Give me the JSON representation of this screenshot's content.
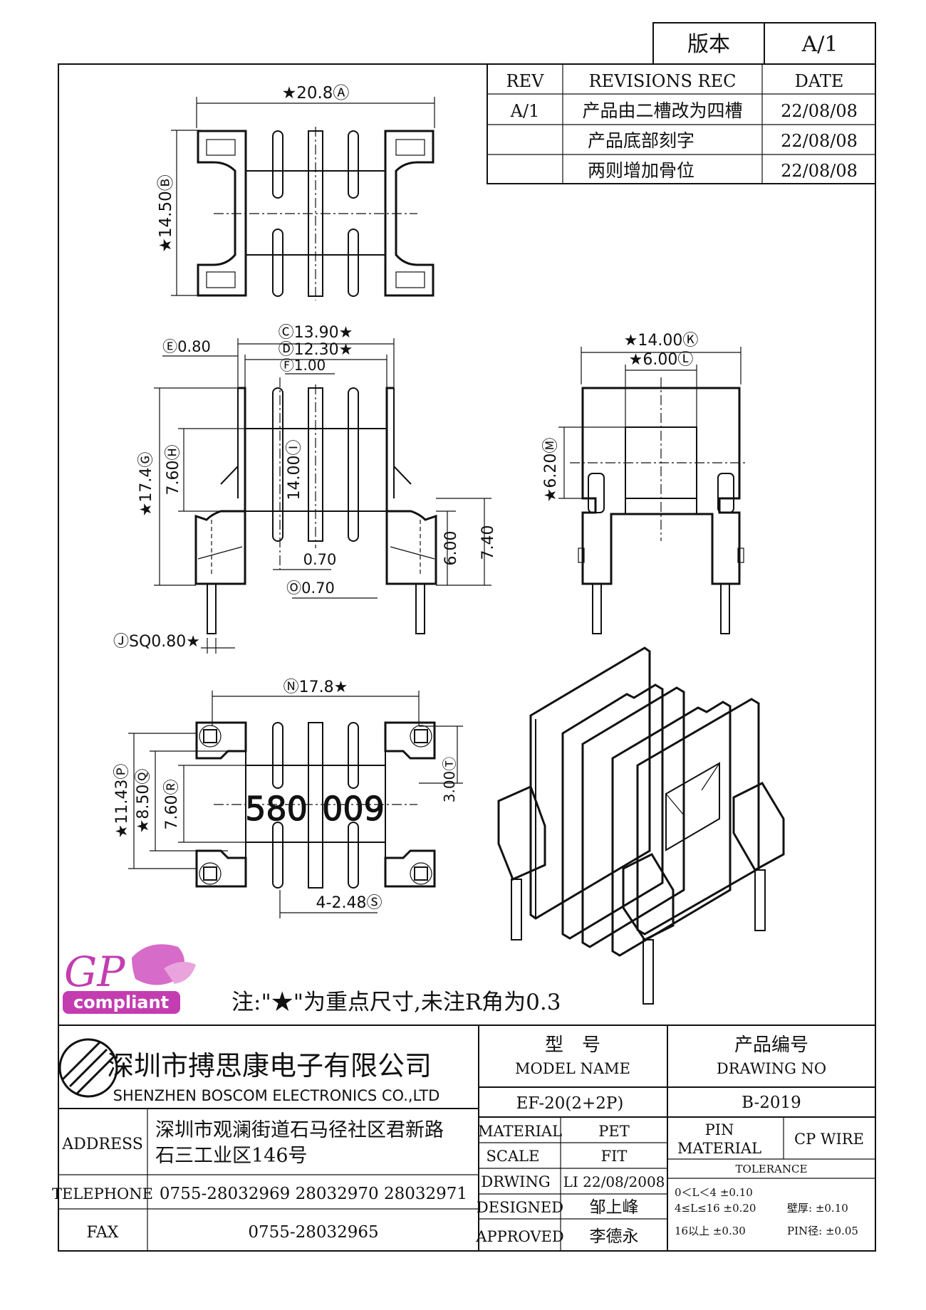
{
  "version_box": {
    "label": "版本",
    "value": "A/1"
  },
  "revision_table": {
    "headers": [
      "REV",
      "REVISIONS REC",
      "DATE"
    ],
    "rows": [
      {
        "rev": "A/1",
        "rec": "产品由二槽改为四槽",
        "date": "22/08/08"
      },
      {
        "rev": "",
        "rec": "产品底部刻字",
        "date": "22/08/08"
      },
      {
        "rev": "",
        "rec": "两则增加骨位",
        "date": "22/08/08"
      }
    ]
  },
  "dimensions": {
    "A": "★20.8Ⓐ",
    "B": "★14.50Ⓑ",
    "C": "Ⓒ13.90★",
    "D": "Ⓓ12.30★",
    "E": "Ⓔ0.80",
    "F": "Ⓕ1.00",
    "G": "★17.4Ⓖ",
    "H": "7.60Ⓗ",
    "I": "14.00Ⓘ",
    "J": "ⒿSQ0.80★",
    "O": "Ⓞ0.70",
    "d070": "0.70",
    "d600": "6.00",
    "d740": "7.40",
    "K": "★14.00Ⓚ",
    "L": "★6.00Ⓛ",
    "M": "★6.20Ⓜ",
    "N": "Ⓝ17.8★",
    "P": "★11.43Ⓟ",
    "Q": "★8.50Ⓠ",
    "R": "7.60Ⓡ",
    "T": "3.00Ⓣ",
    "S": "4-2.48Ⓢ"
  },
  "bottom_marking": {
    "left": "580",
    "right": "009"
  },
  "logo": {
    "gp": "GP",
    "compliant": "compliant"
  },
  "note": "注:\"★\"为重点尺寸,未注R角为0.3",
  "company": {
    "name_cn": "深圳市搏思康电子有限公司",
    "name_en": "SHENZHEN BOSCOM ELECTRONICS CO.,LTD"
  },
  "title_block": {
    "model_name_cn": "型　号",
    "model_name_en": "MODEL NAME",
    "model_value": "EF-20(2+2P)",
    "drawing_no_cn": "产品编号",
    "drawing_no_en": "DRAWING NO",
    "drawing_no_value": "B-2019",
    "address_label": "ADDRESS",
    "address_line1": "深圳市观澜街道石马径社区君新路",
    "address_line2": "石三工业区146号",
    "telephone_label": "TELEPHONE",
    "telephone_value": "0755-28032969 28032970 28032971",
    "fax_label": "FAX",
    "fax_value": "0755-28032965",
    "material_label": "MATERIAL",
    "material_value": "PET",
    "scale_label": "SCALE",
    "scale_value": "FIT",
    "drawing_label": "DRWING",
    "drawing_value": "LI 22/08/2008",
    "designed_label": "DESIGNED",
    "designed_value": "邹上峰",
    "approved_label": "APPROVED",
    "approved_value": "李德永",
    "pin_material_line1": "PIN",
    "pin_material_line2": "MATERIAL",
    "pin_material_value": "CP WIRE",
    "tolerance_label": "TOLERANCE",
    "tol_1": "0＜L＜4  ±0.10",
    "tol_2": "4≤L≤16 ±0.20",
    "tol_3": "16以上   ±0.30",
    "tol_wall": "壁厚:  ±0.10",
    "tol_pin": "PIN径: ±0.05"
  }
}
